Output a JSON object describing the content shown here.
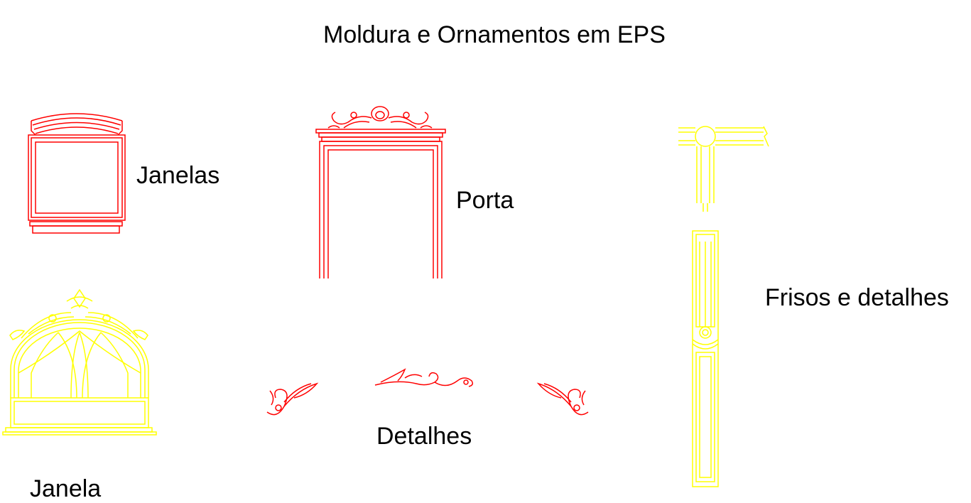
{
  "title": "Moldura e Ornamentos em EPS",
  "labels": {
    "janelas": "Janelas",
    "porta": "Porta",
    "frisos": "Frisos e detalhes",
    "detalhes": "Detalhes",
    "janela": "Janela"
  },
  "colors": {
    "red": "#ff0000",
    "yellow": "#ffff00",
    "text": "#000000",
    "background": "#ffffff"
  }
}
